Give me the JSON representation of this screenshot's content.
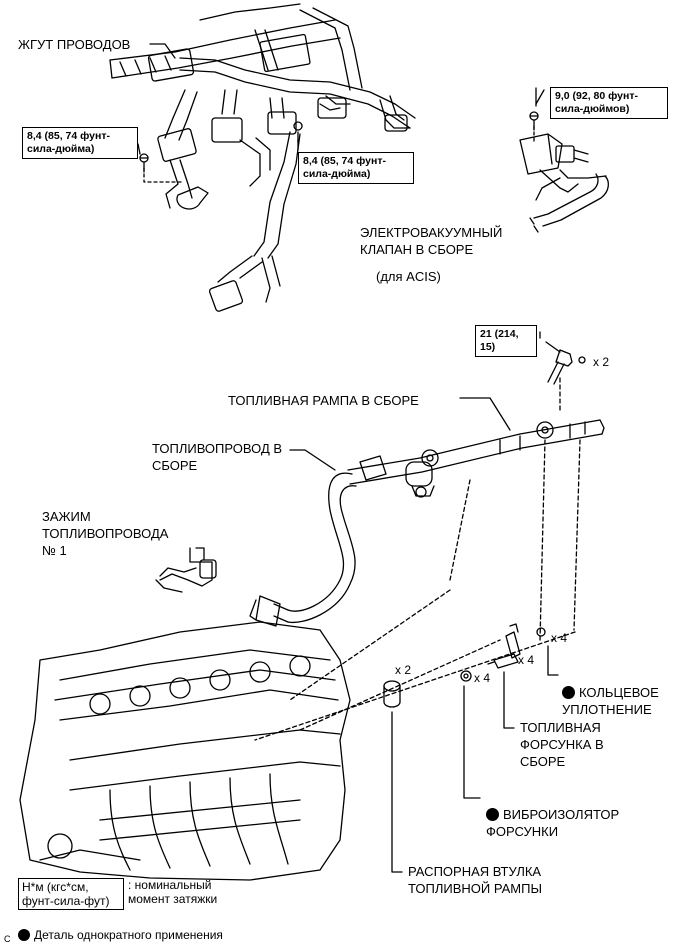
{
  "labels": {
    "wire_harness": "ЖГУТ ПРОВОДОВ",
    "vsv": "ЭЛЕКТРОВАКУУМНЫЙ\nКЛАПАН В СБОРЕ",
    "vsv_note": "(для ACIS)",
    "fuel_rail": "ТОПЛИВНАЯ РАМПА В СБОРЕ",
    "fuel_pipe": "ТОПЛИВОПРОВОД В\nСБОРЕ",
    "clamp": "ЗАЖИМ\nТОПЛИВОПРОВОДА\n№ 1",
    "o_ring": "КОЛЬЦЕВОЕ\nУПЛОТНЕНИЕ",
    "injector": "ТОПЛИВНАЯ\nФОРСУНКА В\nСБОРЕ",
    "insulator": "ВИБРОИЗОЛЯТОР\nФОРСУНКИ",
    "spacer": "РАСПОРНАЯ ВТУЛКА\nТОПЛИВНОЙ РАМПЫ"
  },
  "torques": {
    "left": "8,4 (85, 74 фунт-\nсила-дюйма)",
    "middle": "8,4 (85, 74 фунт-\nсила-дюйма)",
    "vsv": "9,0 (92, 80 фунт-\nсила-дюймов)",
    "rail": "21 (214, 15)"
  },
  "quantities": {
    "rail_bolt": "x 2",
    "spacer": "x 2",
    "insulator": "x 4",
    "injector": "x 4",
    "o_ring": "x 4"
  },
  "legend": {
    "unit_box": "Н*м (кгс*см,\nфунт-сила-фут)",
    "unit_text": ": номинальный\nмомент затяжки",
    "non_reusable": "Деталь однократного применения",
    "corner_mark": "C"
  }
}
